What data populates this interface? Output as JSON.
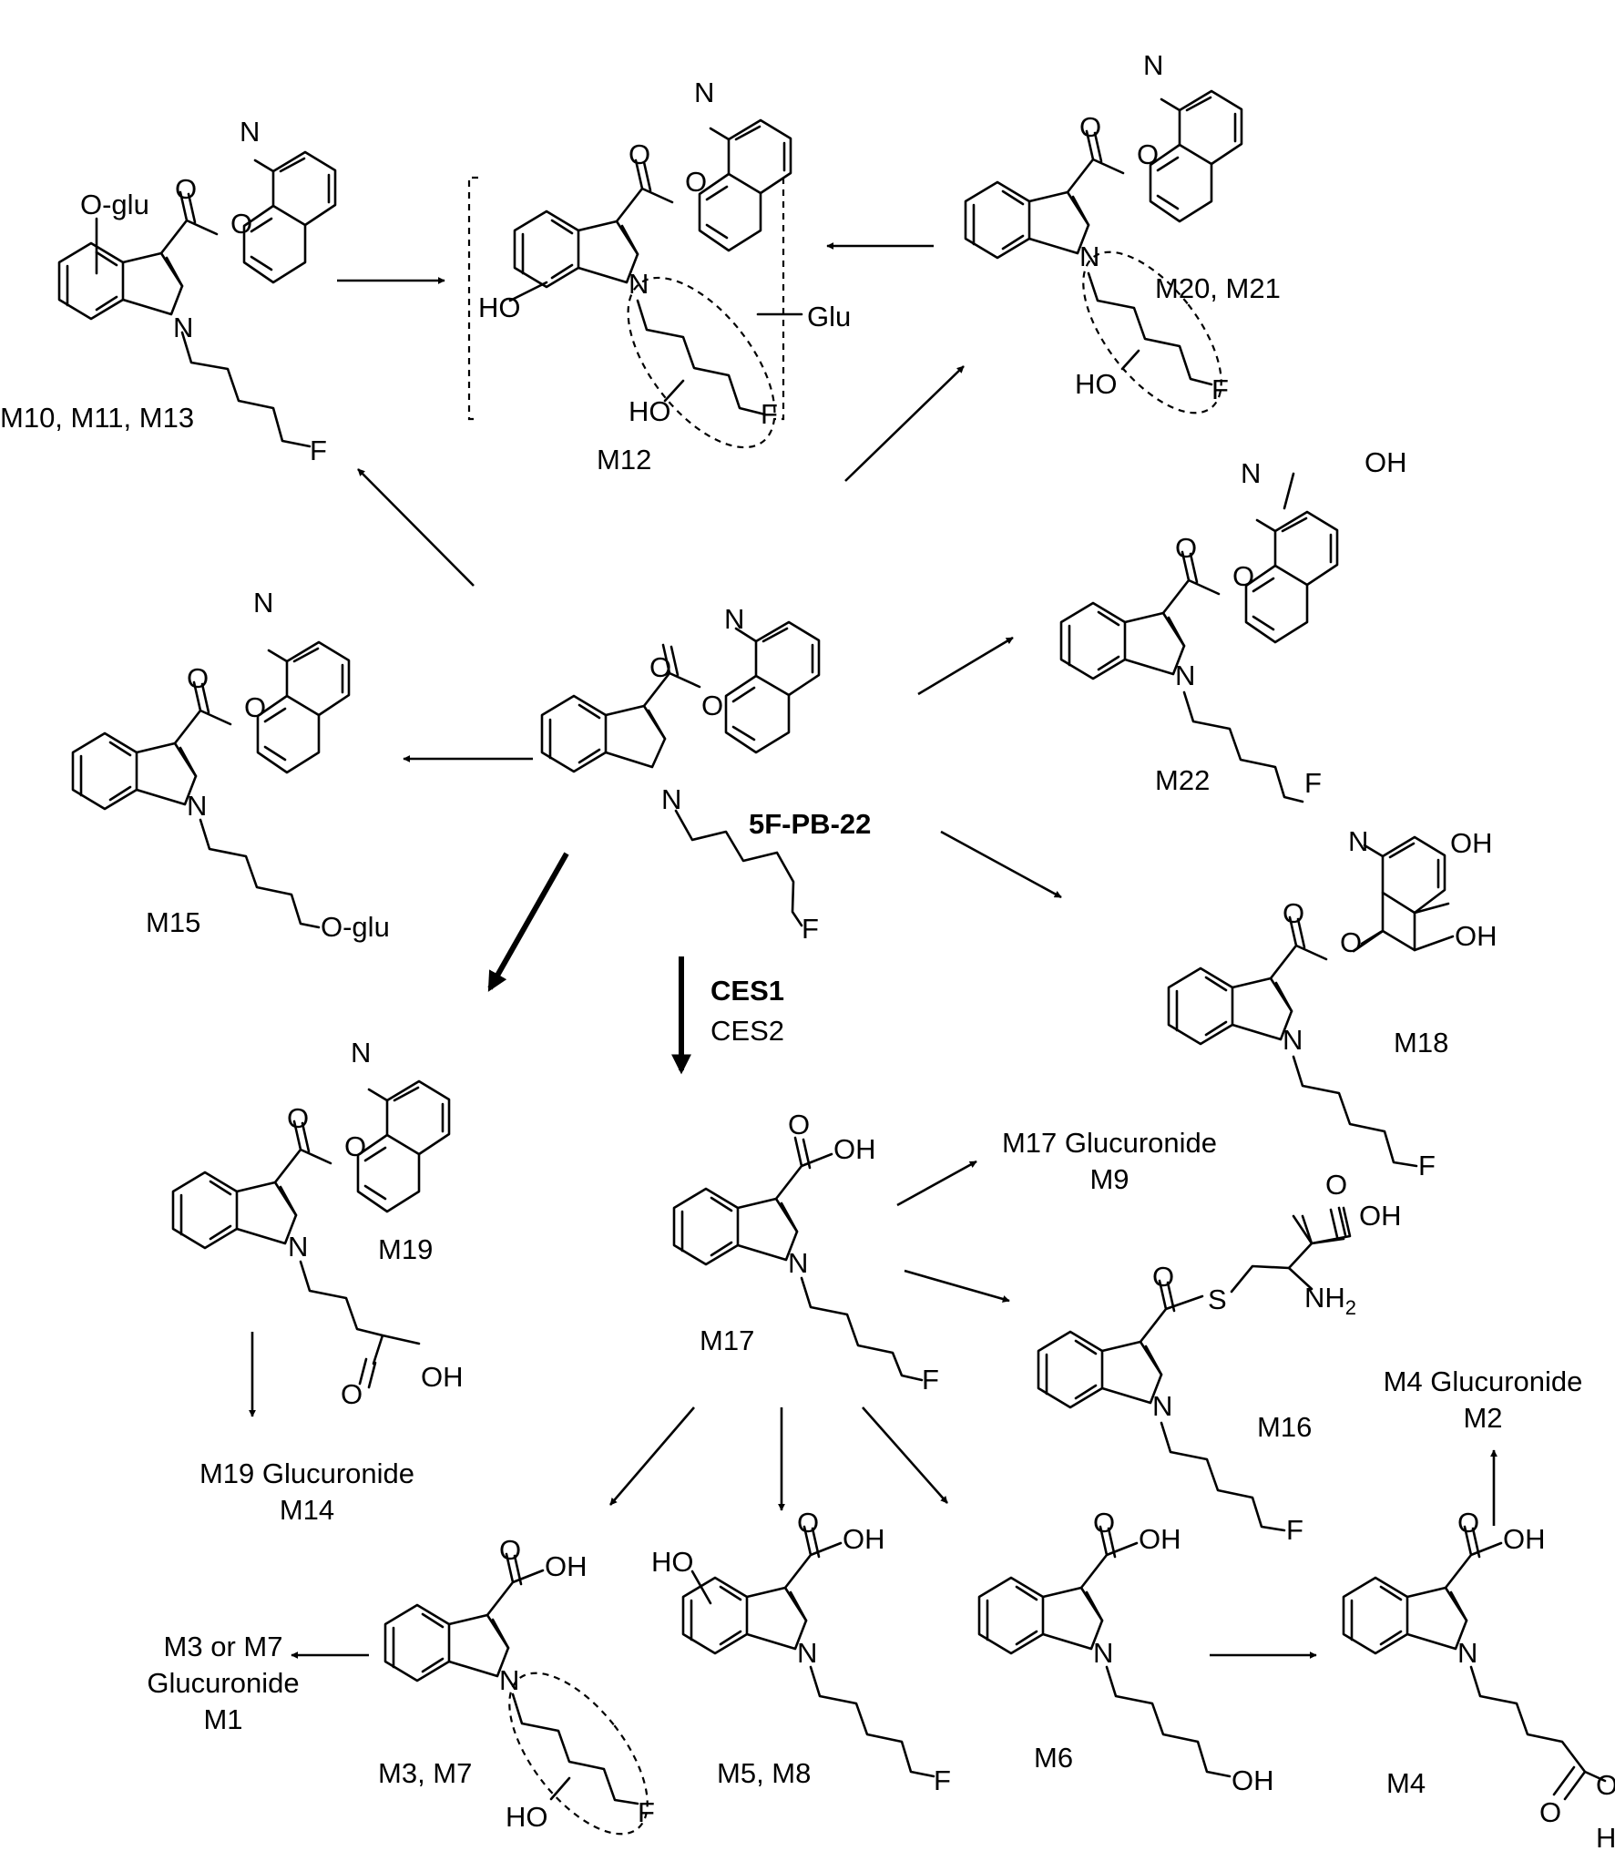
{
  "compounds": [
    {
      "id": "parent",
      "label": "5F-PB-22",
      "bold": true
    },
    {
      "id": "m10",
      "label": "M10, M11, M13"
    },
    {
      "id": "m12",
      "label": "M12"
    },
    {
      "id": "m20",
      "label": "M20, M21"
    },
    {
      "id": "m22",
      "label": "M22"
    },
    {
      "id": "m15",
      "label": "M15"
    },
    {
      "id": "m18",
      "label": "M18"
    },
    {
      "id": "m19",
      "label": "M19"
    },
    {
      "id": "m17",
      "label": "M17"
    },
    {
      "id": "m16",
      "label": "M16"
    },
    {
      "id": "m3",
      "label": "M3, M7"
    },
    {
      "id": "m5",
      "label": "M5, M8"
    },
    {
      "id": "m6",
      "label": "M6"
    },
    {
      "id": "m4",
      "label": "M4"
    }
  ],
  "enzymes": {
    "primary": "CES1",
    "secondary": "CES2"
  },
  "glucuronides": {
    "m17": [
      "M17 Glucuronide",
      "M9"
    ],
    "m19": [
      "M19 Glucuronide",
      "M14"
    ],
    "m4": [
      "M4 Glucuronide",
      "M2"
    ],
    "m3": [
      "M3 or M7",
      "Glucuronide",
      "M1"
    ]
  },
  "atoms": {
    "N": "N",
    "O": "O",
    "F": "F",
    "OH": "OH",
    "HO": "HO",
    "S": "S",
    "NH": "NH",
    "sub2": "2",
    "H": "H",
    "oglu": "O-glu",
    "glu": "Glu"
  }
}
